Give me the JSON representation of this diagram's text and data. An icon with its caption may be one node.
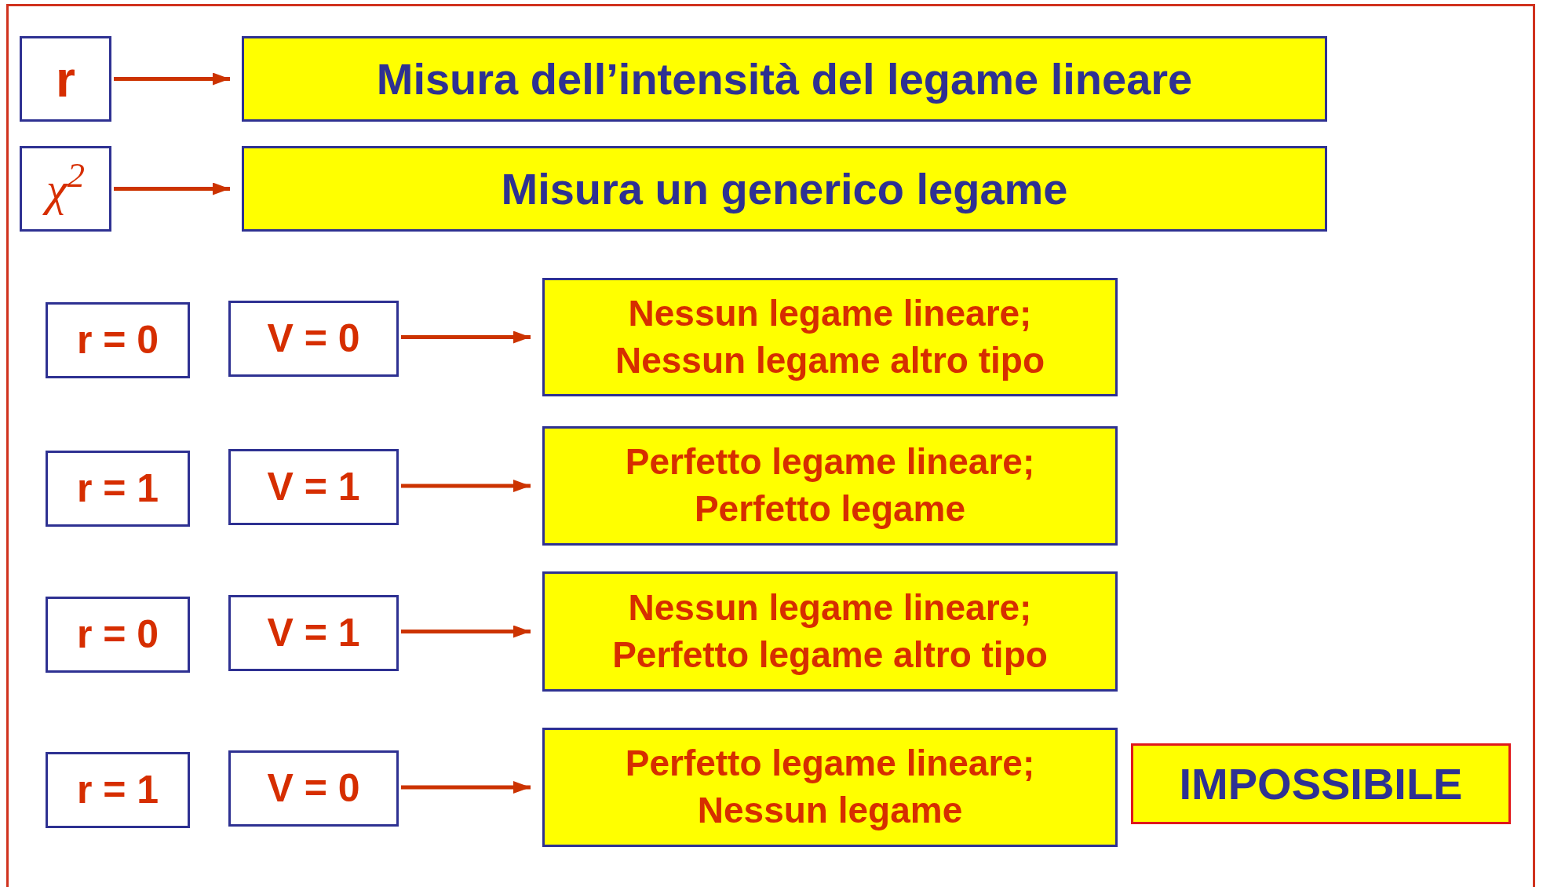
{
  "diagram": {
    "nodes": [
      {
        "text": [
          "r"
        ]
      },
      {
        "text": [
          "Misura dell’intensità del legame lineare"
        ]
      },
      {
        "text": [
          "χ$^{2}$"
        ]
      },
      {
        "text": [
          "Misura un generico legame"
        ]
      },
      {
        "text": [
          "r = 0"
        ]
      },
      {
        "text": [
          "V = 0"
        ]
      },
      {
        "text": [
          "Nessun legame lineare; Nessun legame altro tipo"
        ]
      },
      {
        "text": [
          "r = 1"
        ]
      },
      {
        "text": [
          "V = 1"
        ]
      },
      {
        "text": [
          "Perfetto legame lineare; Perfetto legame"
        ]
      },
      {
        "text": [
          "r = 0"
        ]
      },
      {
        "text": [
          "V = 1"
        ]
      },
      {
        "text": [
          "Nessun legame lineare; Perfetto legame altro tipo"
        ]
      },
      {
        "text": [
          "r = 1"
        ]
      },
      {
        "text": [
          "V = 0"
        ]
      },
      {
        "text": [
          "Perfetto legame lineare; Nessun legame"
        ]
      },
      {
        "text": [
          "IMPOSSIBILE"
        ]
      }
    ],
    "edges": [
      {
        "from": 0,
        "to": 1,
        "arrow": "to"
      },
      {
        "from": 2,
        "to": 3,
        "arrow": "to"
      },
      {
        "from": 5,
        "to": 6,
        "arrow": "to"
      },
      {
        "from": 8,
        "to": 9,
        "arrow": "to"
      },
      {
        "from": 11,
        "to": 12,
        "arrow": "to"
      },
      {
        "from": 14,
        "to": 15,
        "arrow": "to"
      }
    ]
  }
}
